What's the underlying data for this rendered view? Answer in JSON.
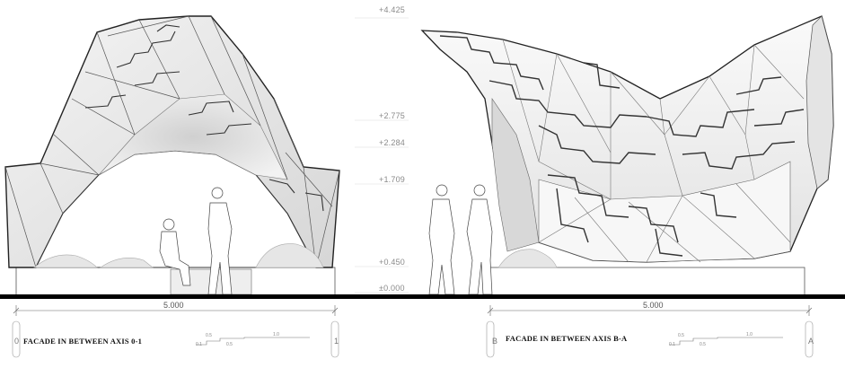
{
  "levels": [
    "+4.425",
    "+2.775",
    "+2.284",
    "+1.709",
    "+0.450",
    "±0.000"
  ],
  "left_drawing": {
    "dimension": "5.000",
    "title": "FACADE IN BETWEEN AXIS 0-1",
    "axis_left": "0",
    "axis_right": "1",
    "scale": {
      "a": "0.5",
      "b": "0.5",
      "c": "1.0",
      "d": "0.1"
    }
  },
  "right_drawing": {
    "dimension": "5.000",
    "title": "FACADE IN BETWEEN AXIS B-A",
    "axis_left": "B",
    "axis_right": "A",
    "scale": {
      "a": "0.5",
      "b": "0.5",
      "c": "1.0",
      "d": "0.1"
    }
  }
}
